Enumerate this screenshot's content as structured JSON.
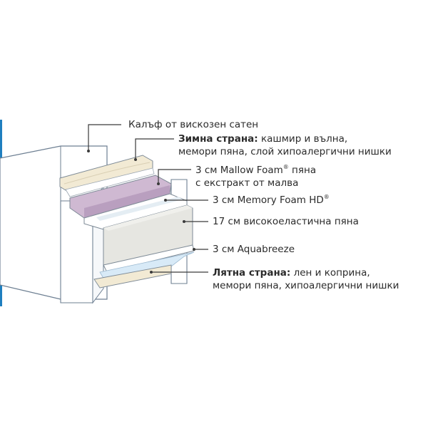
{
  "labels": {
    "cover": {
      "text": "Калъф от вискозен сатен"
    },
    "winter": {
      "bold": "Зимна страна:",
      "text": " кашмир и вълна,",
      "line2": "мемори пяна, слой хипоалергични нишки"
    },
    "mallow": {
      "text": "3 см Mallow Foam",
      "sup": "®",
      "after": " пяна",
      "line2": "с екстракт от малва"
    },
    "memory": {
      "text": "3 см Memory Foam HD",
      "sup": "®"
    },
    "hr": {
      "text": "17 см високоеластична пяна"
    },
    "aqua": {
      "text": "3 см Aquabreeze"
    },
    "summer": {
      "bold": "Лятна страна:",
      "text": " лен и коприна,",
      "line2": "мемори пяна, хипоалергични нишки"
    }
  },
  "colors": {
    "outline": "#6d7f92",
    "leader": "#3a3a3a",
    "accent_bar": "#1f7fbf",
    "quilt": "#f2ead4",
    "mallow": "#cfb9d2",
    "blue_foam": "#d8eaf7",
    "core": "#e6e6e1"
  }
}
